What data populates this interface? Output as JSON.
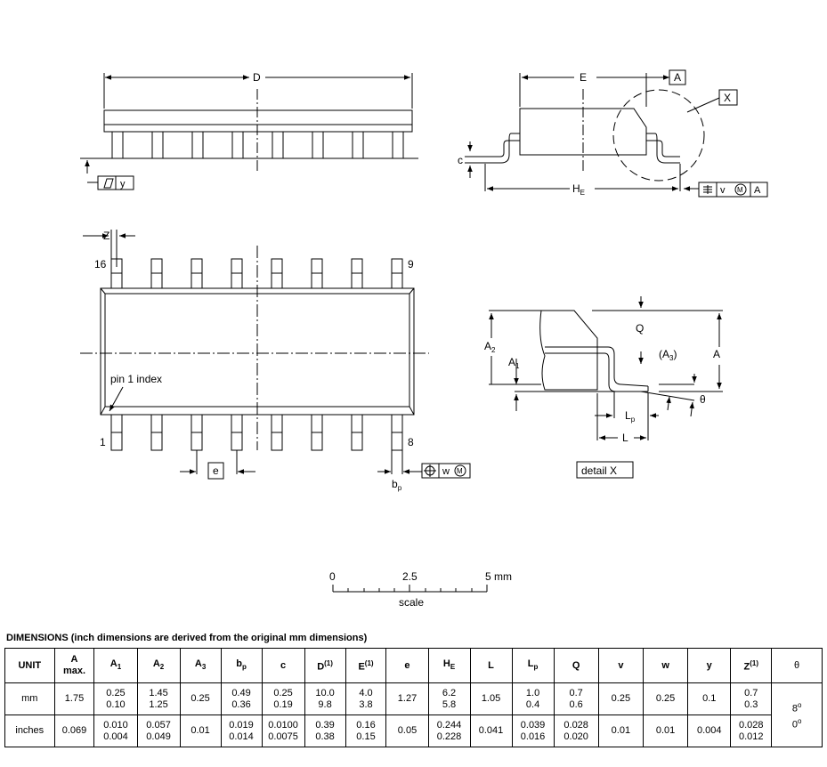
{
  "drawing": {
    "labels": {
      "D": "D",
      "E": "E",
      "A_box": "A",
      "X_box": "X",
      "y": "y",
      "c": "c",
      "HE": "H",
      "HE_sub": "E",
      "v": "v",
      "M": "M",
      "A_ref": "A",
      "Z": "Z",
      "pin16": "16",
      "pin9": "9",
      "pin1": "1",
      "pin8": "8",
      "pin1_index": "pin 1 index",
      "e": "e",
      "bp": "b",
      "bp_sub": "p",
      "w": "w",
      "Q": "Q",
      "A2": "A",
      "A2_sub": "2",
      "A1": "A",
      "A1_sub": "1",
      "A3": "(A",
      "A3_sub": "3",
      "A3_close": ")",
      "A_right": "A",
      "theta": "θ",
      "Lp": "L",
      "Lp_sub": "p",
      "L": "L",
      "detail": "detail X"
    },
    "scale": {
      "start": "0",
      "mid": "2.5",
      "end": "5 mm",
      "label": "scale"
    }
  },
  "dimensions": {
    "title": "DIMENSIONS (inch dimensions are derived from the original mm dimensions)",
    "headers": [
      {
        "main": "UNIT"
      },
      {
        "main": "A",
        "line2": "max."
      },
      {
        "main": "A",
        "sub": "1"
      },
      {
        "main": "A",
        "sub": "2"
      },
      {
        "main": "A",
        "sub": "3"
      },
      {
        "main": "b",
        "sub": "p"
      },
      {
        "main": "c"
      },
      {
        "main": "D",
        "sup": "(1)"
      },
      {
        "main": "E",
        "sup": "(1)"
      },
      {
        "main": "e"
      },
      {
        "main": "H",
        "sub": "E"
      },
      {
        "main": "L"
      },
      {
        "main": "L",
        "sub": "p"
      },
      {
        "main": "Q"
      },
      {
        "main": "v"
      },
      {
        "main": "w"
      },
      {
        "main": "y"
      },
      {
        "main": "Z",
        "sup": "(1)"
      },
      {
        "main": "θ"
      }
    ],
    "rows": [
      {
        "unit": "mm",
        "values": [
          [
            "1.75"
          ],
          [
            "0.25",
            "0.10"
          ],
          [
            "1.45",
            "1.25"
          ],
          [
            "0.25"
          ],
          [
            "0.49",
            "0.36"
          ],
          [
            "0.25",
            "0.19"
          ],
          [
            "10.0",
            "9.8"
          ],
          [
            "4.0",
            "3.8"
          ],
          [
            "1.27"
          ],
          [
            "6.2",
            "5.8"
          ],
          [
            "1.05"
          ],
          [
            "1.0",
            "0.4"
          ],
          [
            "0.7",
            "0.6"
          ],
          [
            "0.25"
          ],
          [
            "0.25"
          ],
          [
            "0.1"
          ],
          [
            "0.7",
            "0.3"
          ]
        ]
      },
      {
        "unit": "inches",
        "values": [
          [
            "0.069"
          ],
          [
            "0.010",
            "0.004"
          ],
          [
            "0.057",
            "0.049"
          ],
          [
            "0.01"
          ],
          [
            "0.019",
            "0.014"
          ],
          [
            "0.0100",
            "0.0075"
          ],
          [
            "0.39",
            "0.38"
          ],
          [
            "0.16",
            "0.15"
          ],
          [
            "0.05"
          ],
          [
            "0.244",
            "0.228"
          ],
          [
            "0.041"
          ],
          [
            "0.039",
            "0.016"
          ],
          [
            "0.028",
            "0.020"
          ],
          [
            "0.01"
          ],
          [
            "0.01"
          ],
          [
            "0.004"
          ],
          [
            "0.028",
            "0.012"
          ]
        ]
      }
    ],
    "theta": {
      "max": "8",
      "min": "0",
      "unit": "o"
    }
  }
}
